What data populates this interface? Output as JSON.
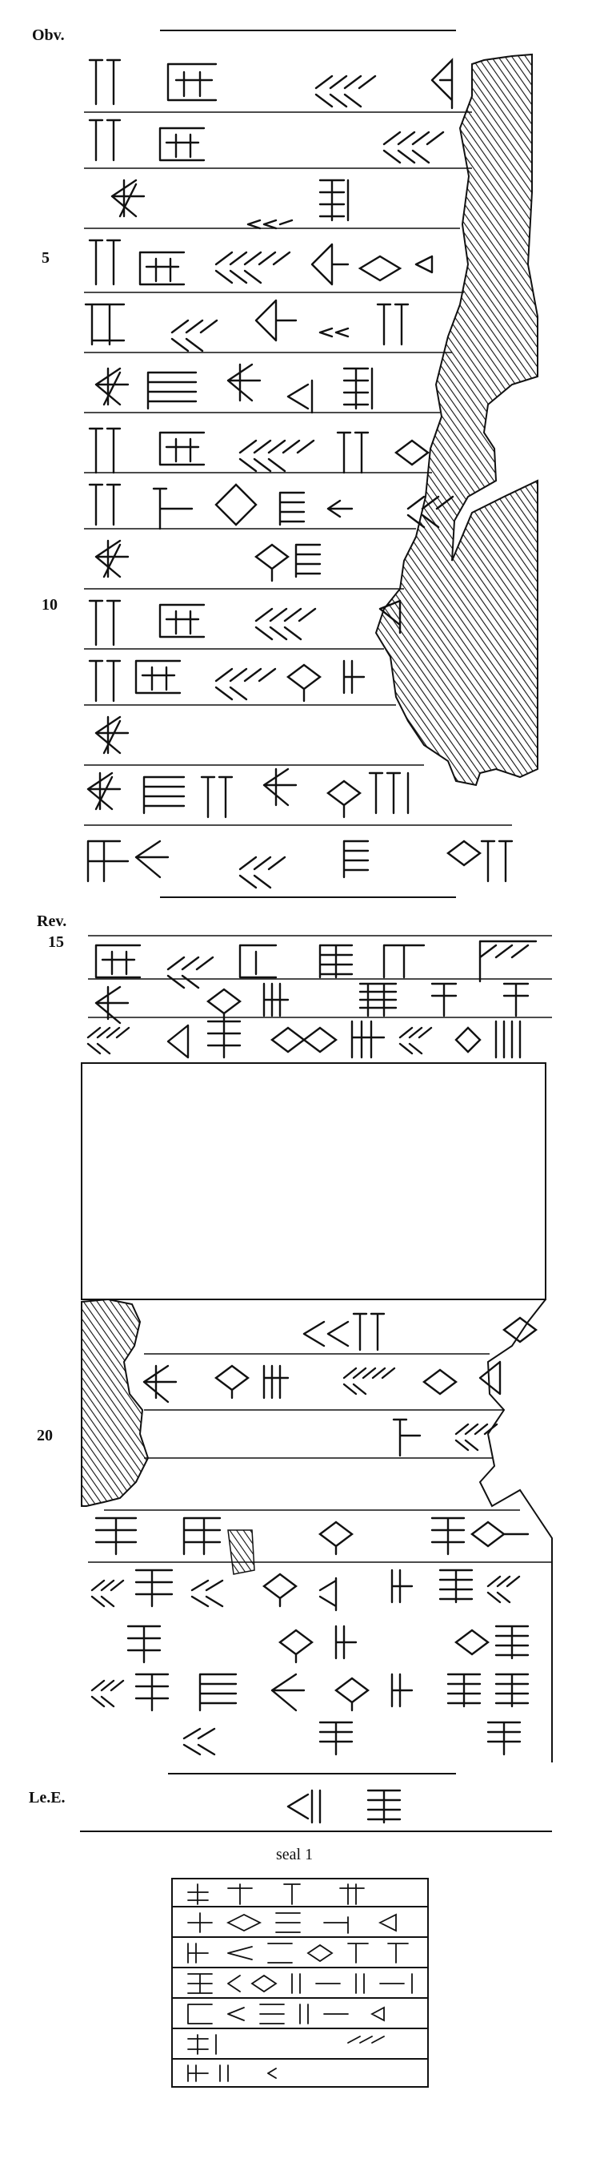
{
  "figure": {
    "sections": {
      "obverse": "Obv.",
      "reverse": "Rev.",
      "left_edge": "Le.E."
    },
    "line_numbers": {
      "obverse": [
        "5",
        "10"
      ],
      "reverse": [
        "15",
        "20"
      ]
    },
    "seal_caption": "seal 1",
    "colors": {
      "ink": "#111111",
      "paper": "#ffffff"
    }
  }
}
